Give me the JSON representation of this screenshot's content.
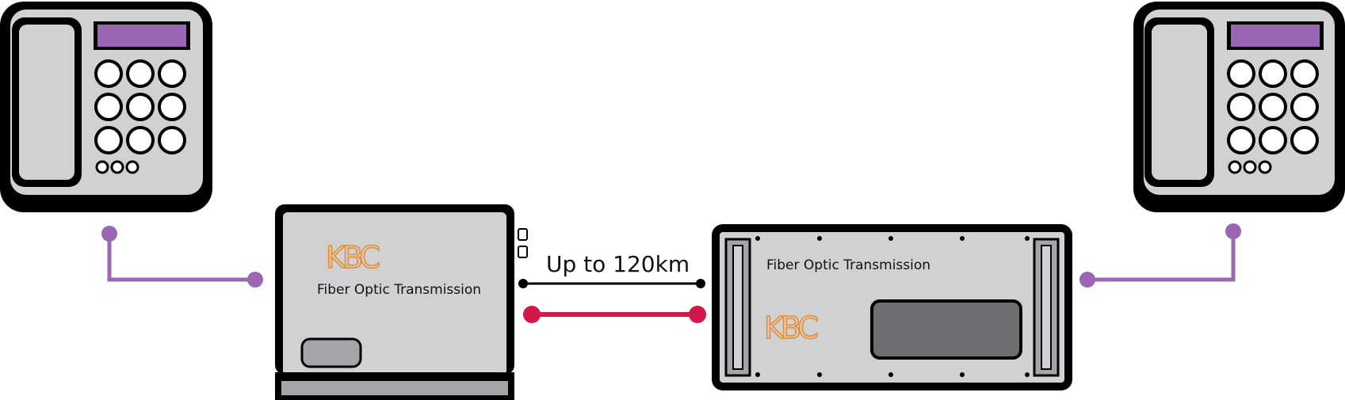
{
  "diagram": {
    "distance_label": "Up to 120km",
    "left_unit": {
      "brand": "KBC",
      "title": "Fiber Optic Transmission"
    },
    "right_unit": {
      "brand": "KBC",
      "title": "Fiber Optic Transmission"
    },
    "colors": {
      "phone_display": "#9b66b2",
      "phone_wire": "#9b66b2",
      "fiber_red": "#d4174a",
      "fiber_black": "#000000",
      "chassis": "#d0d1d3",
      "chassis_outline": "#000000",
      "brand_orange": "#f08a24",
      "screen_dark": "#6d6e71",
      "base_gray": "#a4a5a8"
    },
    "icons": {
      "left_phone": "desk-phone-icon",
      "right_phone": "desk-phone-icon"
    }
  }
}
